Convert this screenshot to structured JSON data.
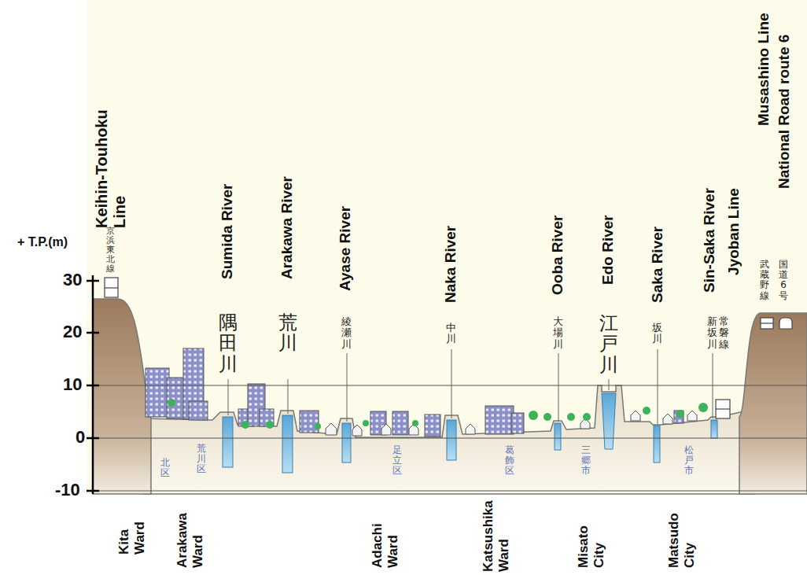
{
  "diagram": {
    "labels": [
      "+ T.P.(m)",
      "30",
      "20",
      "10",
      "0",
      "-10",
      "Keihin-Touhoku Line",
      "京浜東北線",
      "Sumida River",
      "隅田川",
      "Arakawa River",
      "荒川",
      "Ayase River",
      "綾瀬川",
      "Naka River",
      "中川",
      "Ooba River",
      "大場川",
      "Edo River",
      "江戸川",
      "Saka River",
      "坂川",
      "Sin-Saka River",
      "新坂川",
      "Jyoban Line",
      "常磐線",
      "Musashino Line",
      "National Road route 6",
      "武蔵野線",
      "国道6号",
      "北区",
      "荒川区",
      "足立区",
      "葛飾区",
      "三郷市",
      "松戸市",
      "Kita Ward",
      "Arakawa Ward",
      "Adachi Ward",
      "Katsushika Ward",
      "Misato City",
      "Matsudo City"
    ]
  }
}
